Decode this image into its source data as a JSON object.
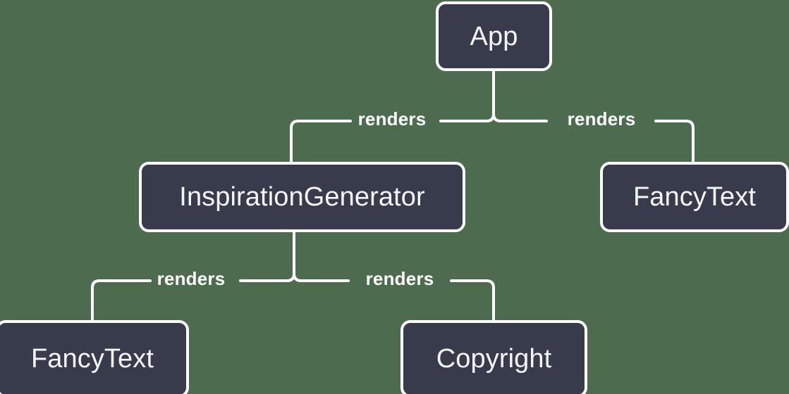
{
  "diagram": {
    "type": "component-tree",
    "background_color": "#4d6b4f",
    "node_fill_color": "#373b4c",
    "node_border_color": "#ffffff",
    "node_text_color": "#f4f5f7",
    "connector_color": "#ffffff",
    "nodes": [
      {
        "id": "app",
        "label": "App"
      },
      {
        "id": "inspgen",
        "label": "InspirationGenerator"
      },
      {
        "id": "fancy_right",
        "label": "FancyText"
      },
      {
        "id": "fancy_left",
        "label": "FancyText"
      },
      {
        "id": "copyright",
        "label": "Copyright"
      }
    ],
    "edges": [
      {
        "from": "app",
        "to": "inspgen",
        "label": "renders"
      },
      {
        "from": "app",
        "to": "fancy_right",
        "label": "renders"
      },
      {
        "from": "inspgen",
        "to": "fancy_left",
        "label": "renders"
      },
      {
        "from": "inspgen",
        "to": "copyright",
        "label": "renders"
      }
    ]
  }
}
